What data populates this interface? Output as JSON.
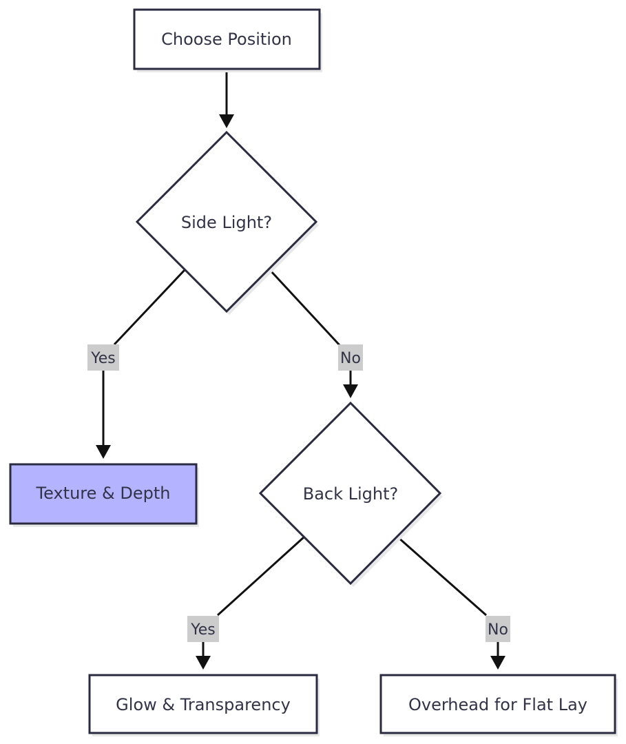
{
  "nodes": {
    "choose_position": {
      "label": "Choose Position"
    },
    "side_light": {
      "label": "Side Light?"
    },
    "texture_depth": {
      "label": "Texture & Depth"
    },
    "back_light": {
      "label": "Back Light?"
    },
    "glow_transparency": {
      "label": "Glow & Transparency"
    },
    "overhead_flat_lay": {
      "label": "Overhead for Flat Lay"
    }
  },
  "edges": {
    "side_yes": {
      "label": "Yes"
    },
    "side_no": {
      "label": "No"
    },
    "back_yes": {
      "label": "Yes"
    },
    "back_no": {
      "label": "No"
    }
  },
  "colors": {
    "node_stroke": "#2a2a40",
    "node_fill": "#ffffff",
    "highlight_fill": "#b3b3ff",
    "edge": "#111111",
    "label_bg": "#cccccc",
    "shadow": "#e8e8e8"
  }
}
